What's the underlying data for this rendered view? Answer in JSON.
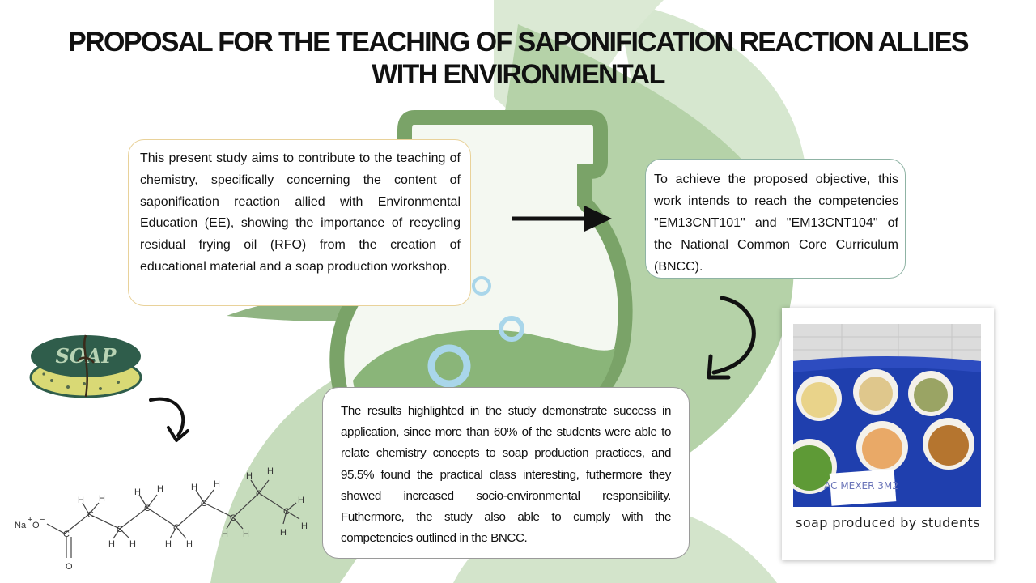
{
  "title": "PROPOSAL FOR THE TEACHING OF SAPONIFICATION REACTION ALLIES WITH ENVIRONMENTAL",
  "intro_text": "This present study aims to contribute to the teaching of chemistry, specifically concerning the content of saponification reaction allied with Environmental Education (EE), showing the importance of recycling residual frying oil (RFO) from the creation of educational material and a soap production workshop.",
  "objective_text": "To achieve the proposed objective, this work intends to reach the competencies \"EM13CNT101\" and \"EM13CNT104\" of the National Common Core Curriculum (BNCC).",
  "results_text": "The results  highlighted in the study demonstrate success in application, since more than 60% of the students were able to relate chemistry concepts to soap production practices, and 95.5% found the practical class interesting, futhermore they showed increased socio-environmental responsibility. Futhermore, the study also able to cumply with the competencies outlined in the BNCC.",
  "photo_caption": "soap produced by students",
  "photo_label": "AC MEXER 3M2",
  "soap_label": "SOAP",
  "molecule": {
    "sodium": "Na",
    "oxygen": "O",
    "carbon": "C",
    "hydrogen": "H",
    "plus": "+",
    "minus": "−"
  },
  "colors": {
    "leaf_light": "#cfe2c7",
    "leaf_mid": "#a9cb9c",
    "leaf_dark": "#7fa56c",
    "bubble": "#a9d6ea",
    "soap_green": "#2f5d4b",
    "soap_yellow": "#d9d975"
  }
}
